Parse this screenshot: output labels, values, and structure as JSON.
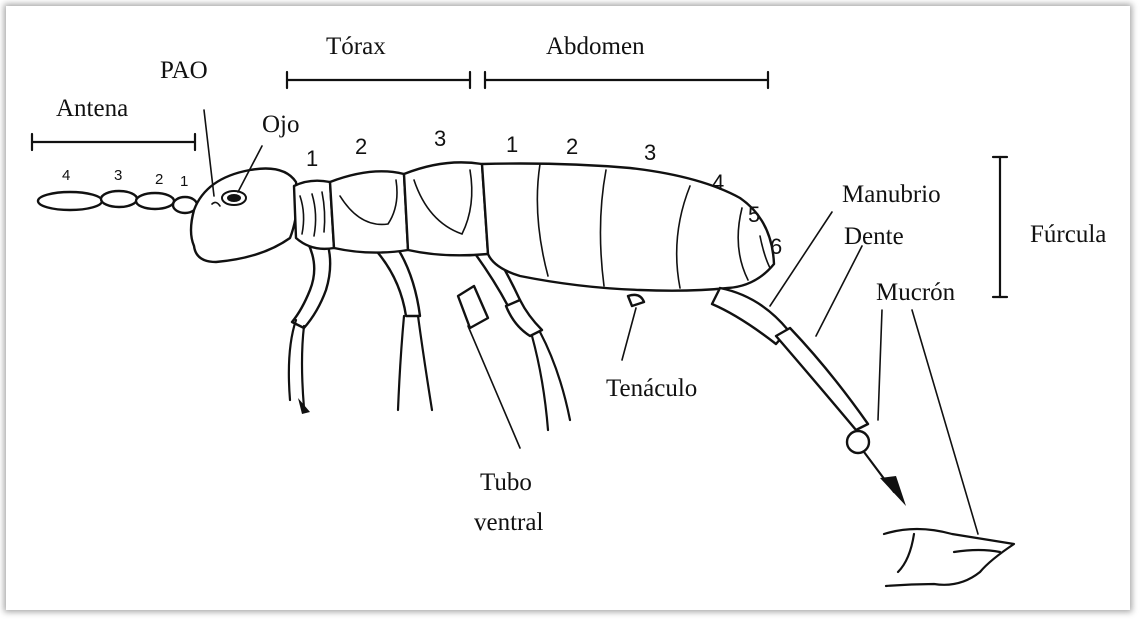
{
  "labels": {
    "antenna": "Antena",
    "pao": "PAO",
    "eye": "Ojo",
    "thorax": "Tórax",
    "abdomen": "Abdomen",
    "manubrium": "Manubrio",
    "dens": "Dente",
    "furcula": "Fúrcula",
    "mucro": "Mucrón",
    "tenaculum": "Tenáculo",
    "ventral_tube_line1": "Tubo",
    "ventral_tube_line2": "ventral"
  },
  "antenna_segments": [
    "4",
    "3",
    "2",
    "1"
  ],
  "thorax_segments": [
    "1",
    "2",
    "3"
  ],
  "abdomen_segments": [
    "1",
    "2",
    "3",
    "4",
    "5",
    "6"
  ]
}
